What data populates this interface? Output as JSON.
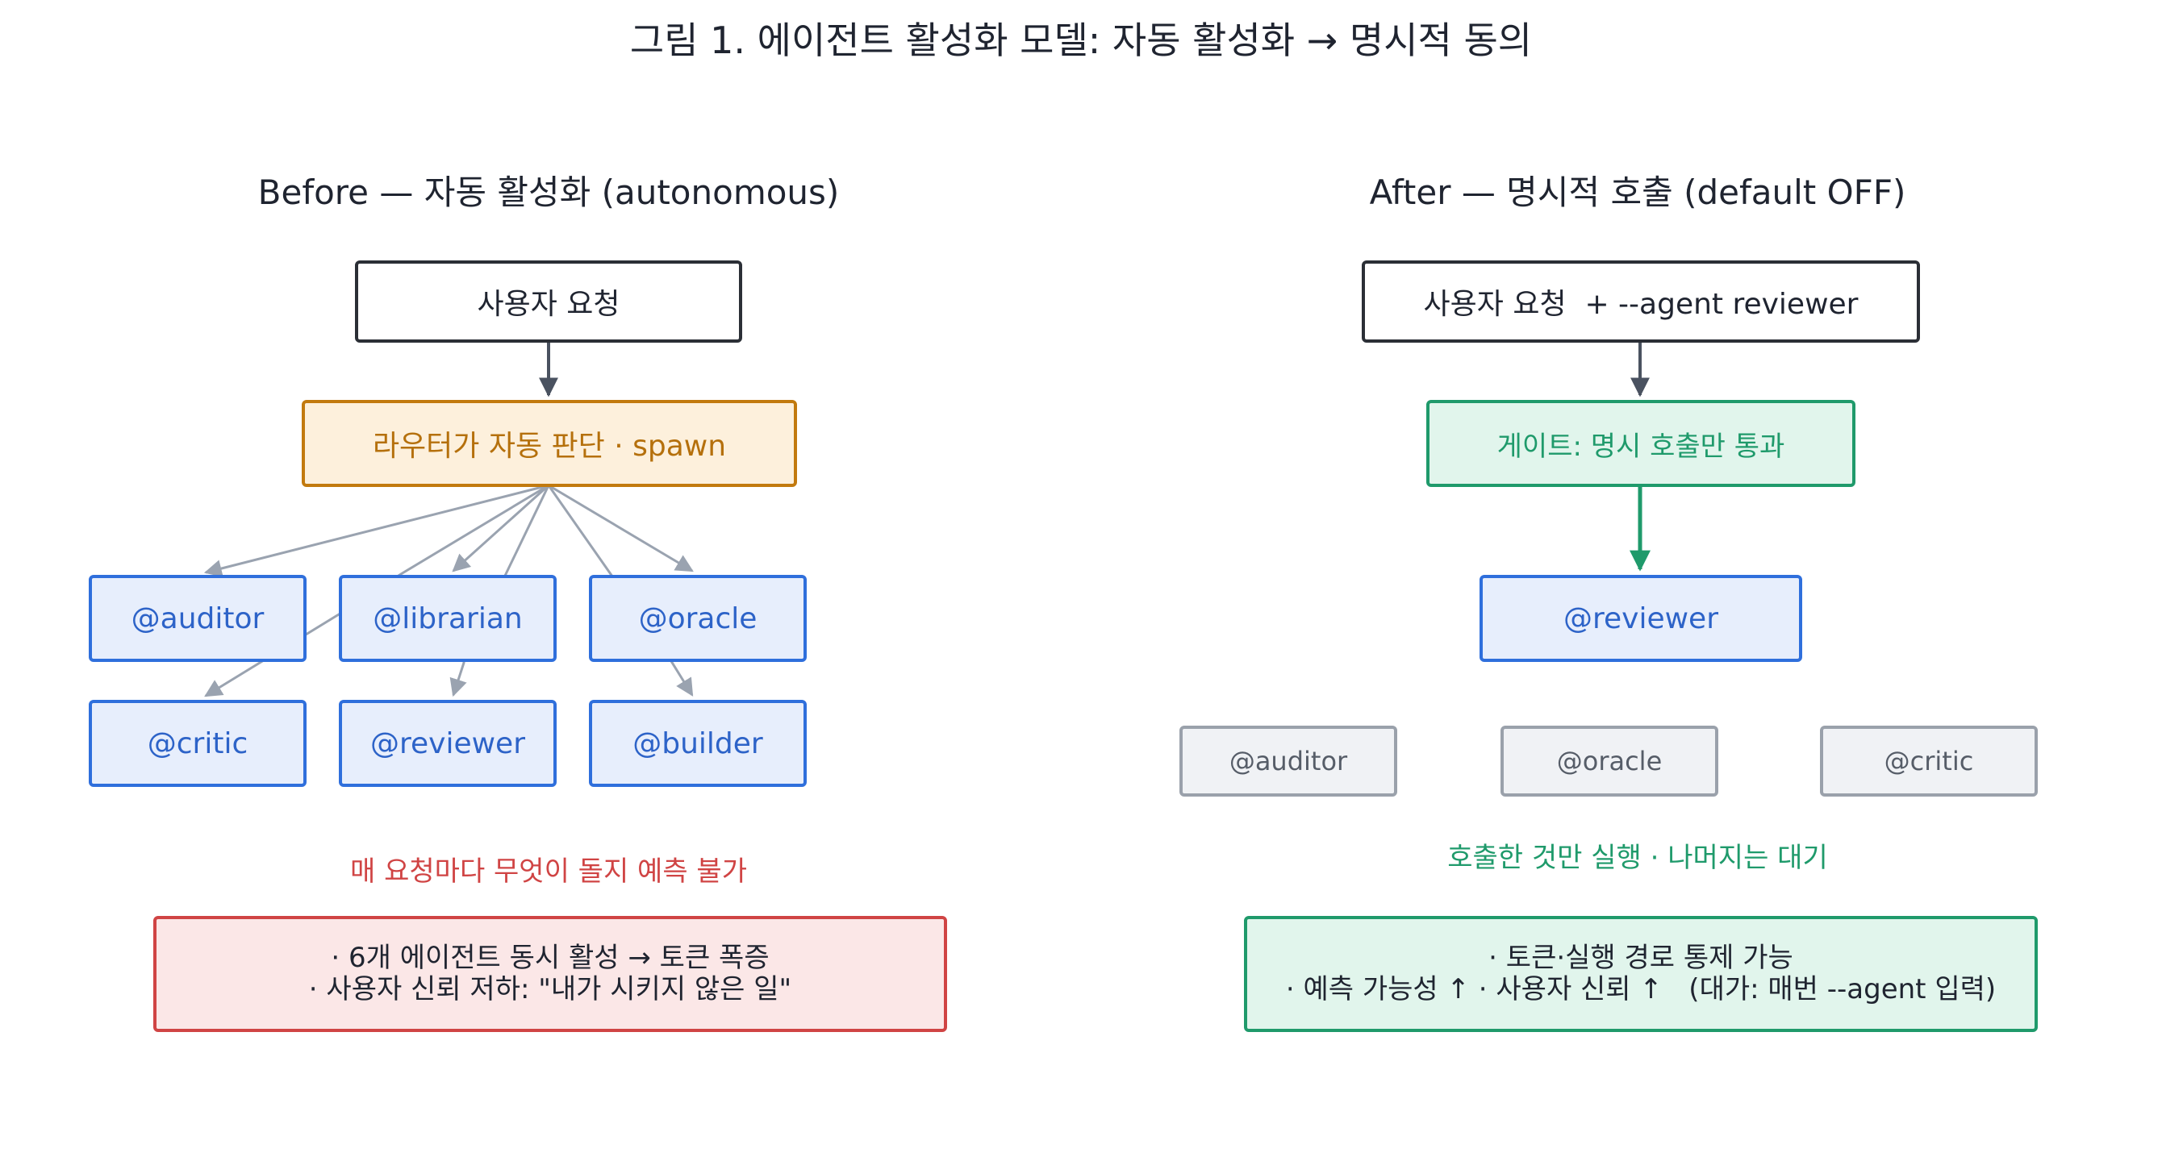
{
  "title": "그림 1. 에이전트 활성화 모델: 자동 활성화 → 명시적 동의",
  "before": {
    "heading": "Before — 자동 활성화 (autonomous)",
    "request": "사용자 요청",
    "router": "라우터가 자동 판단 · spawn",
    "agents": [
      "@auditor",
      "@librarian",
      "@oracle",
      "@critic",
      "@reviewer",
      "@builder"
    ],
    "note": "매 요청마다 무엇이 돌지 예측 불가",
    "issues": [
      "· 6개 에이전트 동시 활성 → 토큰 폭증",
      "· 사용자 신뢰 저하: \"내가 시키지 않은 일\""
    ]
  },
  "after": {
    "heading": "After — 명시적 호출 (default OFF)",
    "request": "사용자 요청  + --agent reviewer",
    "gate": "게이트: 명시 호출만 통과",
    "active_agent": "@reviewer",
    "idle_agents": [
      "@auditor",
      "@oracle",
      "@critic"
    ],
    "note": "호출한 것만 실행 · 나머지는 대기",
    "benefits": [
      "· 토큰·실행 경로 통제 가능",
      "· 예측 가능성 ↑ · 사용자 신뢰 ↑   (대가: 매번 --agent 입력)"
    ]
  },
  "colors": {
    "arrow_dark": "#4a5260",
    "arrow_gray": "#9aa3b0",
    "arrow_green": "#1f9a6b",
    "router_border": "#c27a0e",
    "agent_border": "#2f6fdc",
    "warn_border": "#d04444"
  }
}
